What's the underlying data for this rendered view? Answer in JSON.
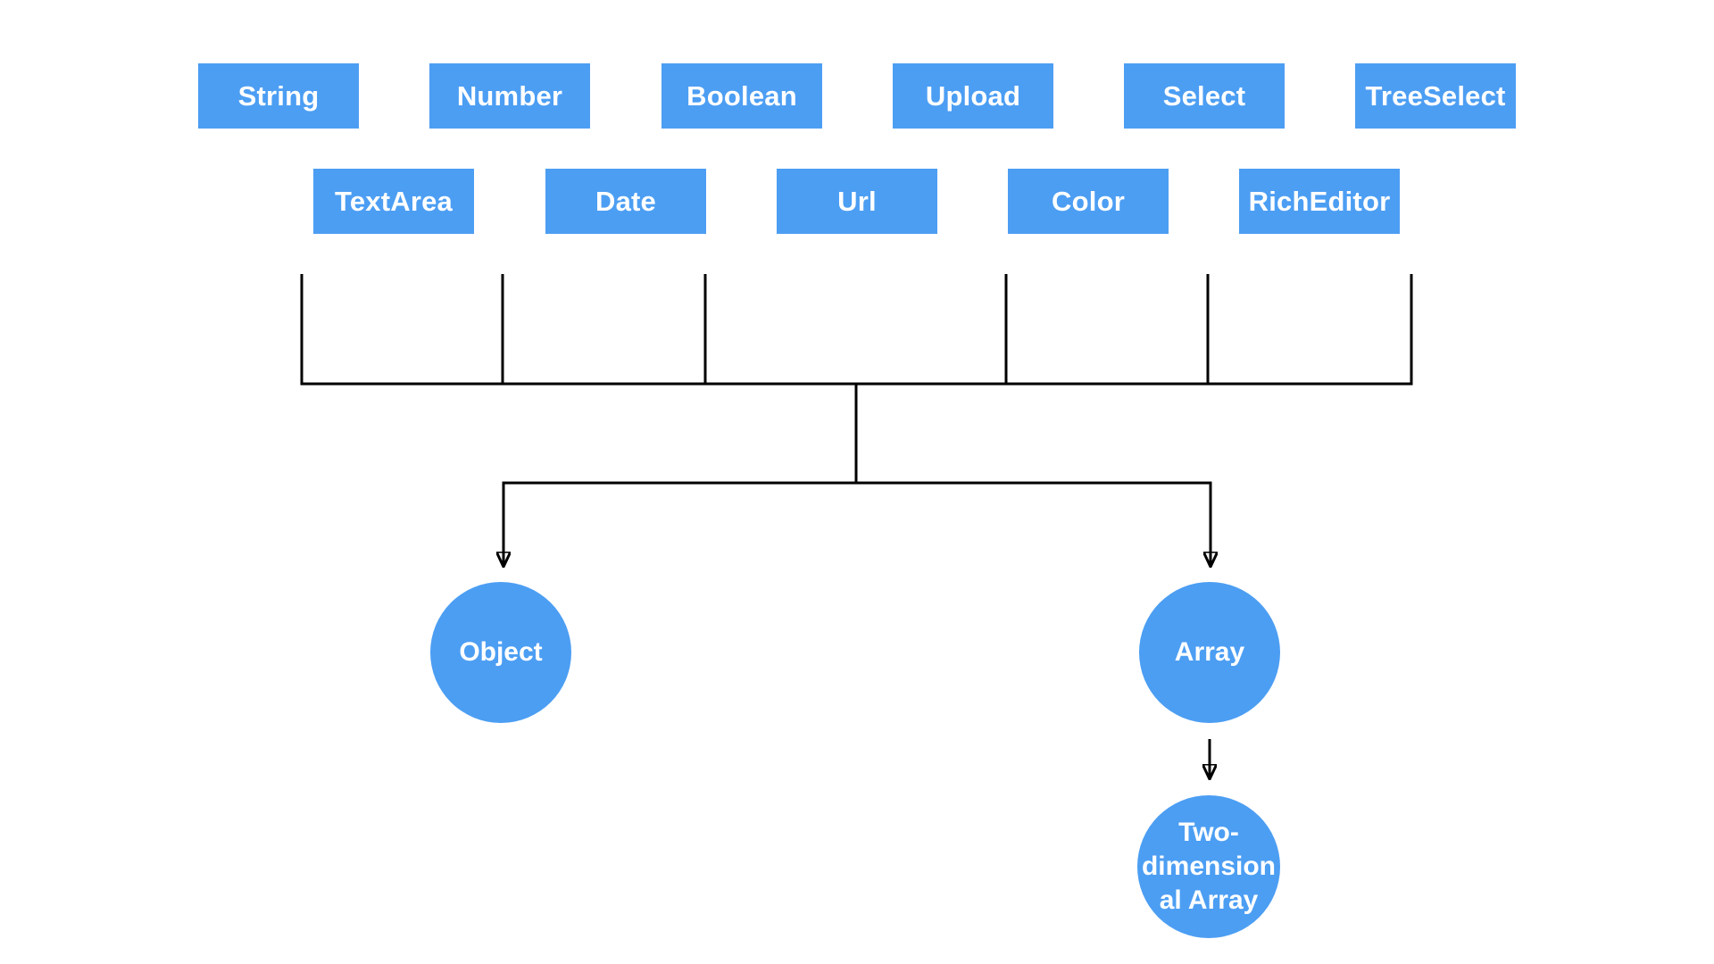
{
  "diagram": {
    "background_color": "#ffffff",
    "accent_color": "#4c9ef3",
    "line_color": "#000000",
    "text_color": "#ffffff",
    "field_types_row1": [
      "String",
      "Number",
      "Boolean",
      "Upload",
      "Select",
      "TreeSelect"
    ],
    "field_types_row2": [
      "TextArea",
      "Date",
      "Url",
      "Color",
      "RichEditor"
    ],
    "container_nodes": [
      {
        "id": "object",
        "label": "Object",
        "label_lines": [
          "Object"
        ]
      },
      {
        "id": "array",
        "label": "Array",
        "label_lines": [
          "Array"
        ]
      },
      {
        "id": "two-dimensional-array",
        "label": "Two-dimensional Array",
        "label_lines": [
          "Two-",
          "dimension",
          "al Array"
        ]
      }
    ]
  }
}
